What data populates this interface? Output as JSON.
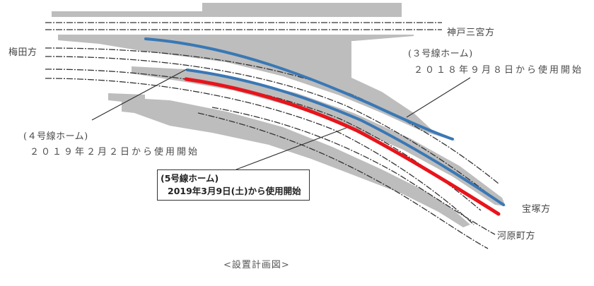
{
  "directions": {
    "kobe": "神戸三宮方",
    "umeda": "梅田方",
    "takarazuka": "宝塚方",
    "kawaramachi": "河原町方"
  },
  "platforms": [
    {
      "name": "(３号線ホーム)",
      "date": "２０１８年９月８日から使用開始",
      "color": "#3a78b5"
    },
    {
      "name": "(４号線ホーム)",
      "date": "２０１９年２月２日から使用開始",
      "color": "#3a78b5"
    },
    {
      "name": "(5号線ホーム)",
      "date": "2019年3月9日(土)から使用開始",
      "color": "#e8141b",
      "highlighted": true
    }
  ],
  "caption": "<設置計画図>",
  "colors": {
    "platform_gray": "#bdbdbd",
    "blue_line": "#3a78b5",
    "red_line": "#e8141b",
    "track_line": "#333333"
  }
}
